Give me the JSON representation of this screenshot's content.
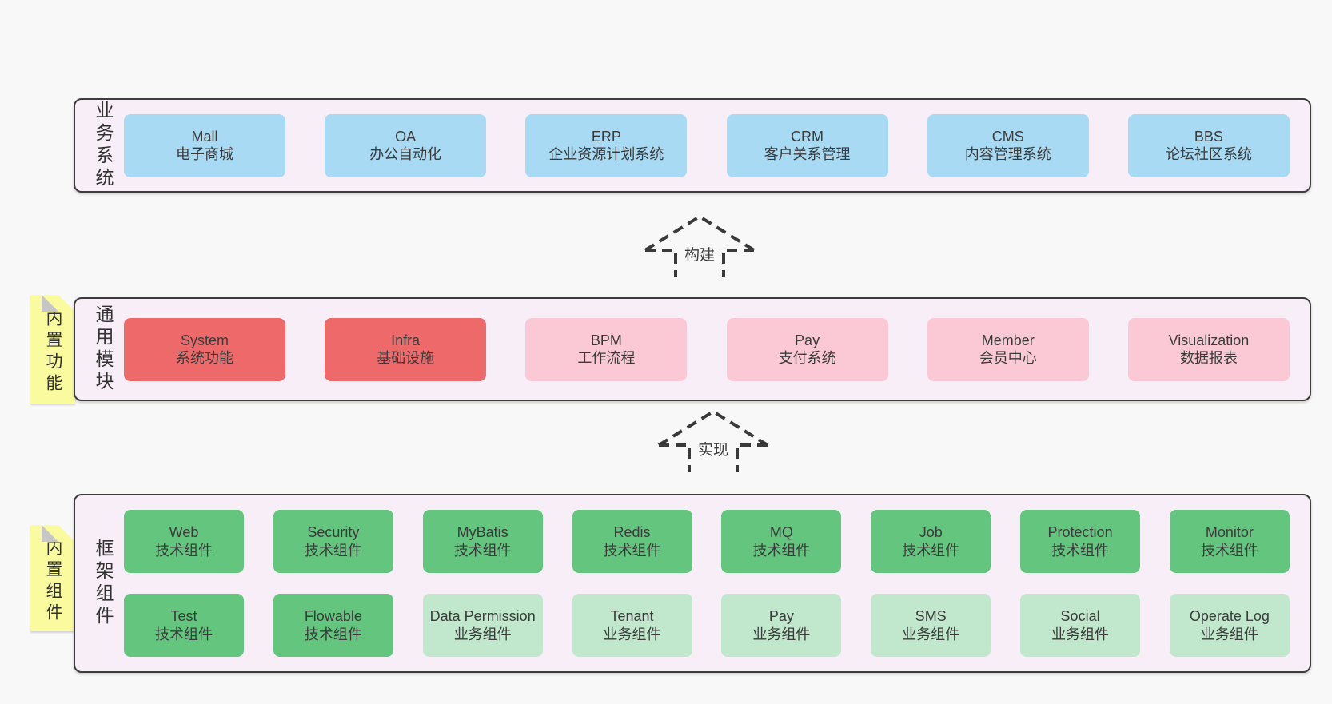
{
  "layers": [
    {
      "id": "business-systems",
      "label": "业务系统",
      "boxes": [
        {
          "en": "Mall",
          "zh": "电子商城",
          "variant": "blue"
        },
        {
          "en": "OA",
          "zh": "办公自动化",
          "variant": "blue"
        },
        {
          "en": "ERP",
          "zh": "企业资源计划系统",
          "variant": "blue"
        },
        {
          "en": "CRM",
          "zh": "客户关系管理",
          "variant": "blue"
        },
        {
          "en": "CMS",
          "zh": "内容管理系统",
          "variant": "blue"
        },
        {
          "en": "BBS",
          "zh": "论坛社区系统",
          "variant": "blue"
        }
      ]
    },
    {
      "id": "common-modules",
      "label": "通用模块",
      "sticky": "内置功能",
      "boxes": [
        {
          "en": "System",
          "zh": "系统功能",
          "variant": "red"
        },
        {
          "en": "Infra",
          "zh": "基础设施",
          "variant": "red"
        },
        {
          "en": "BPM",
          "zh": "工作流程",
          "variant": "pink"
        },
        {
          "en": "Pay",
          "zh": "支付系统",
          "variant": "pink"
        },
        {
          "en": "Member",
          "zh": "会员中心",
          "variant": "pink"
        },
        {
          "en": "Visualization",
          "zh": "数据报表",
          "variant": "pink"
        }
      ]
    },
    {
      "id": "framework-components",
      "label": "框架组件",
      "sticky": "内置组件",
      "rows": [
        [
          {
            "en": "Web",
            "zh": "技术组件",
            "variant": "green"
          },
          {
            "en": "Security",
            "zh": "技术组件",
            "variant": "green"
          },
          {
            "en": "MyBatis",
            "zh": "技术组件",
            "variant": "green"
          },
          {
            "en": "Redis",
            "zh": "技术组件",
            "variant": "green"
          },
          {
            "en": "MQ",
            "zh": "技术组件",
            "variant": "green"
          },
          {
            "en": "Job",
            "zh": "技术组件",
            "variant": "green"
          },
          {
            "en": "Protection",
            "zh": "技术组件",
            "variant": "green"
          },
          {
            "en": "Monitor",
            "zh": "技术组件",
            "variant": "green"
          }
        ],
        [
          {
            "en": "Test",
            "zh": "技术组件",
            "variant": "green"
          },
          {
            "en": "Flowable",
            "zh": "技术组件",
            "variant": "green"
          },
          {
            "en": "Data Permission",
            "zh": "业务组件",
            "variant": "lightgreen"
          },
          {
            "en": "Tenant",
            "zh": "业务组件",
            "variant": "lightgreen"
          },
          {
            "en": "Pay",
            "zh": "业务组件",
            "variant": "lightgreen"
          },
          {
            "en": "SMS",
            "zh": "业务组件",
            "variant": "lightgreen"
          },
          {
            "en": "Social",
            "zh": "业务组件",
            "variant": "lightgreen"
          },
          {
            "en": "Operate Log",
            "zh": "业务组件",
            "variant": "lightgreen"
          }
        ]
      ]
    }
  ],
  "arrows": [
    {
      "label": "构建"
    },
    {
      "label": "实现"
    }
  ],
  "colors": {
    "page_bg": "#f8f8f8",
    "layer_bg": "#f8eef7",
    "layer_border": "#3d3d3d",
    "blue_box": "#a8daf4",
    "red_box": "#ee6a6a",
    "pink_box": "#fac9d5",
    "green_box": "#63c57e",
    "light_green_box": "#c1e8cd",
    "sticky_yellow": "#fafa9e",
    "text": "#3b3b3b"
  }
}
